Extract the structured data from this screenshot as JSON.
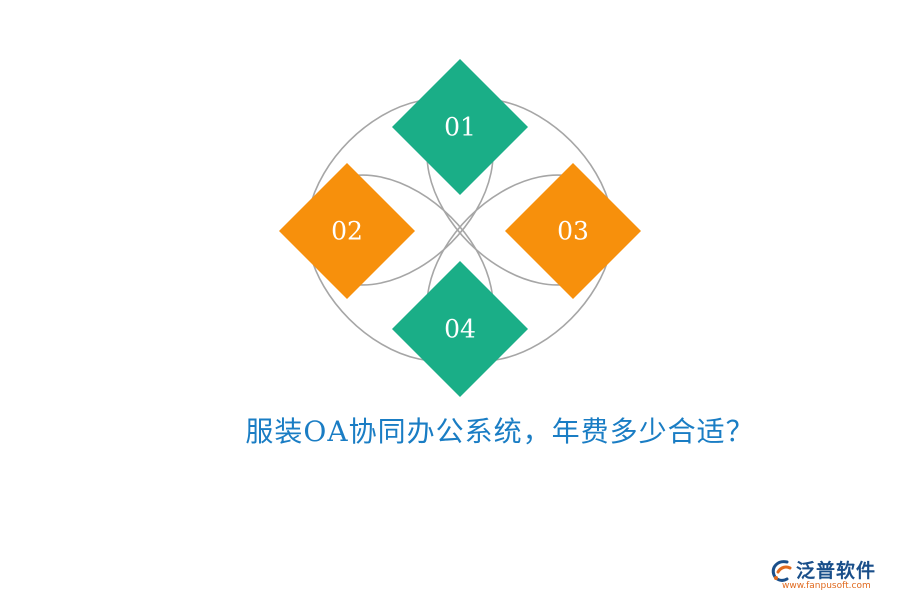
{
  "diagram": {
    "items": [
      {
        "label": "01",
        "color": "#1aae87"
      },
      {
        "label": "02",
        "color": "#f7900c"
      },
      {
        "label": "03",
        "color": "#f7900c"
      },
      {
        "label": "04",
        "color": "#1aae87"
      }
    ],
    "ring_color": "#a6a6a6"
  },
  "caption": "服装OA协同办公系统，年费多少合适？",
  "caption_color": "#1a7dc4",
  "logo": {
    "name": "泛普软件",
    "url": "www.fanpusoft.com",
    "icon": "fanpu-logo-icon"
  }
}
